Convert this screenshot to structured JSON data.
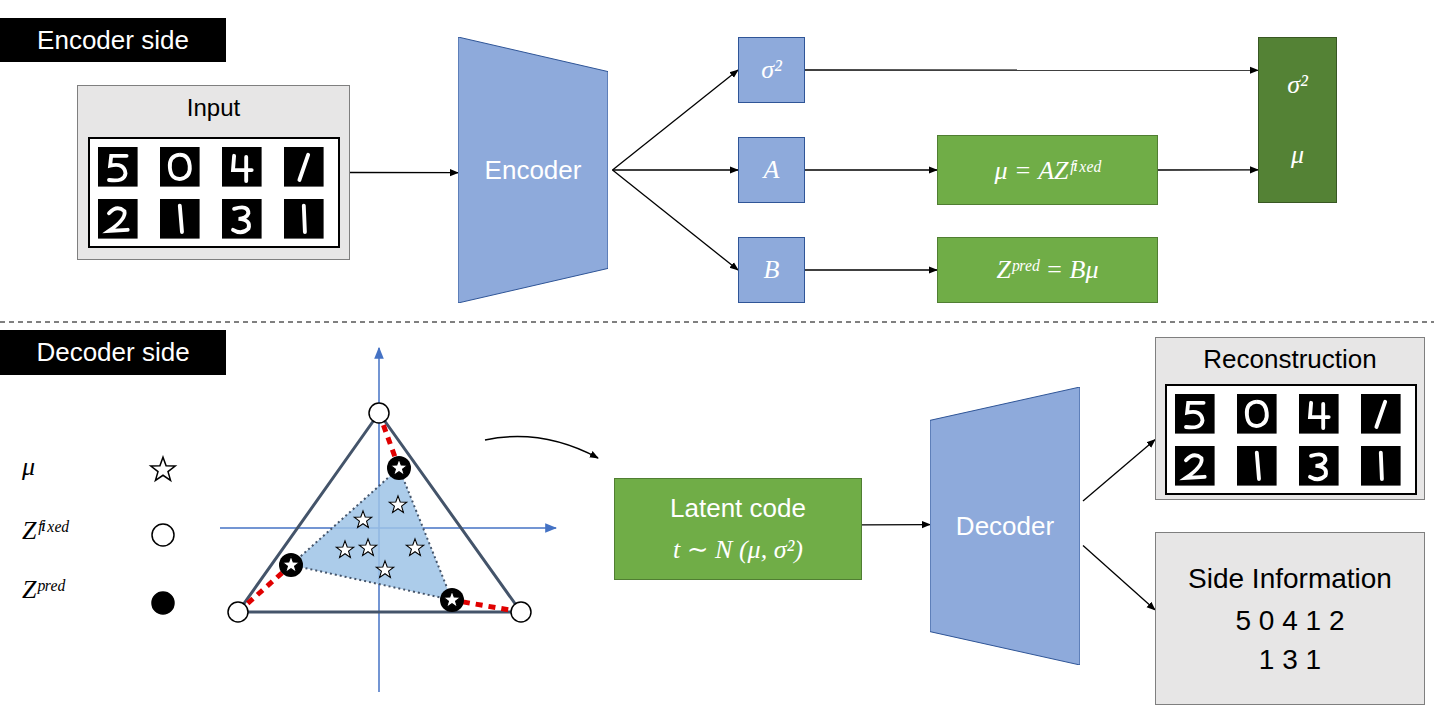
{
  "diagram": {
    "nodes": [
      {
        "text": [
          "Encoder side"
        ]
      },
      {
        "text": [
          "Input"
        ]
      },
      {
        "text": [
          "Encoder"
        ]
      },
      {
        "text": [
          "σ²"
        ]
      },
      {
        "text": [
          "A"
        ]
      },
      {
        "text": [
          "B"
        ]
      },
      {
        "text": [
          "μ = AZᶠⁱˣᵉᵈ"
        ]
      },
      {
        "text": [
          "Zᵖʳᵉᵈ = Bμ"
        ]
      },
      {
        "text": [
          "σ²",
          "μ"
        ]
      },
      {
        "text": [
          "Decoder side"
        ]
      },
      {
        "text": [
          "Latent code",
          "t ∼ N (μ, σ²)"
        ]
      },
      {
        "text": [
          "Decoder"
        ]
      },
      {
        "text": [
          "Reconstruction"
        ]
      },
      {
        "text": [
          "Side Information",
          "5 0 4 1 2 1 3 1"
        ]
      }
    ],
    "edges": [
      {
        "from": 1,
        "to": 2,
        "arrow": "to"
      },
      {
        "from": 2,
        "to": 3,
        "arrow": "to"
      },
      {
        "from": 2,
        "to": 4,
        "arrow": "to"
      },
      {
        "from": 2,
        "to": 5,
        "arrow": "to"
      },
      {
        "from": 3,
        "to": 8,
        "arrow": "to"
      },
      {
        "from": 4,
        "to": 6,
        "arrow": "to"
      },
      {
        "from": 6,
        "to": 8,
        "arrow": "to"
      },
      {
        "from": 5,
        "to": 7,
        "arrow": "to"
      },
      {
        "from": 10,
        "to": 11,
        "arrow": "to"
      },
      {
        "from": 11,
        "to": 12,
        "arrow": "to"
      },
      {
        "from": 11,
        "to": 13,
        "arrow": "to"
      }
    ],
    "legend": [
      {
        "text": "μ"
      },
      {
        "text": "Zᶠⁱˣᵉᵈ"
      },
      {
        "text": "Zᵖʳᵉᵈ"
      }
    ]
  }
}
